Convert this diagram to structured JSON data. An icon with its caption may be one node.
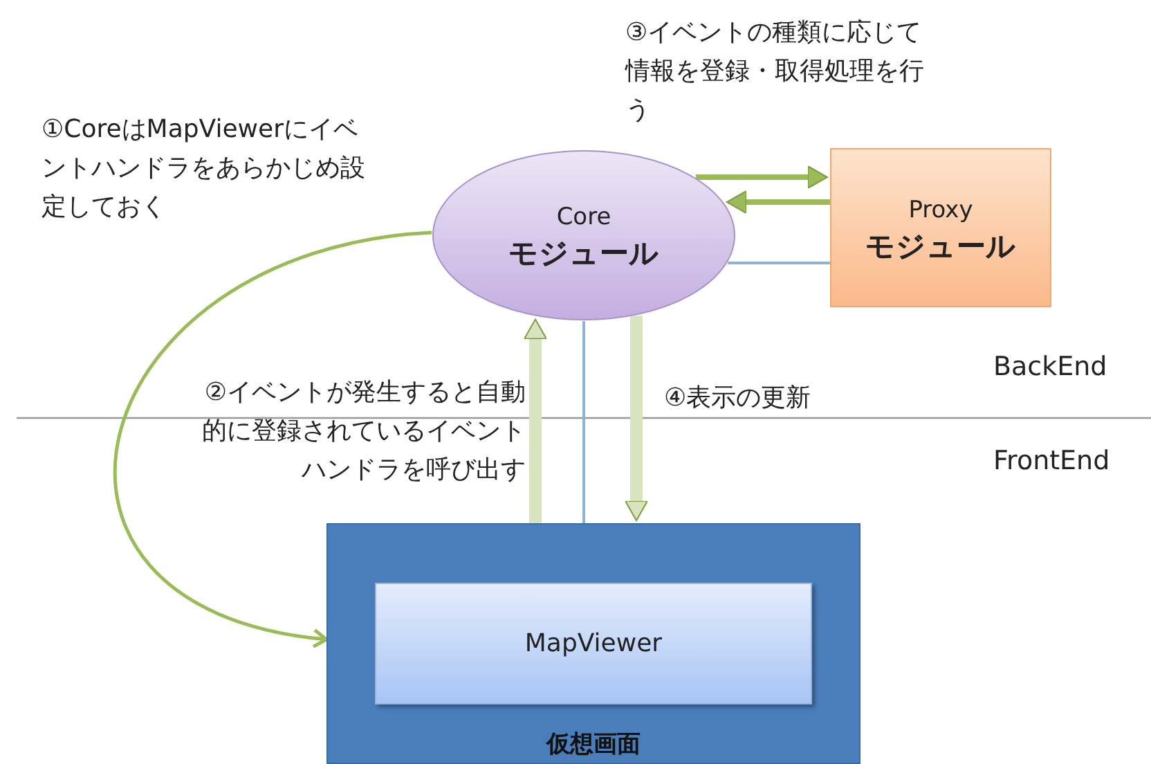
{
  "diagram": {
    "nodes": [
      {
        "text": [
          "Core",
          "モジュール"
        ]
      },
      {
        "text": [
          "Proxy",
          "モジュール"
        ]
      },
      {
        "text": [
          "仮想画面"
        ]
      },
      {
        "text": [
          "MapViewer"
        ],
        "in": 2
      }
    ],
    "edges": [
      {
        "from": 0,
        "to": 2,
        "arrow": "to",
        "label": "①CoreはMapViewerにイベントハンドラをあらかじめ設定しておく"
      },
      {
        "from": 0,
        "to": 1,
        "arrow": "to",
        "label": "③イベントの種類に応じて情報を登録・取得処理を行う"
      },
      {
        "from": 1,
        "to": 0,
        "arrow": "to"
      },
      {
        "from": 0,
        "to": 1,
        "arrow": "none",
        "color": "#8fb0dc"
      },
      {
        "from": 2,
        "to": 0,
        "arrow": "to",
        "style": "thick",
        "color": "#d7e4bd",
        "label": "②イベントが発生すると自動的に登録されているイベントハンドラを呼び出す"
      },
      {
        "from": 0,
        "to": 2,
        "arrow": "to",
        "style": "thick",
        "color": "#d7e4bd",
        "label": "④表示の更新"
      },
      {
        "from": 0,
        "to": 3,
        "arrow": "none",
        "color": "#8fb0dc"
      }
    ],
    "labels": [
      "BackEnd",
      "FrontEnd"
    ]
  }
}
